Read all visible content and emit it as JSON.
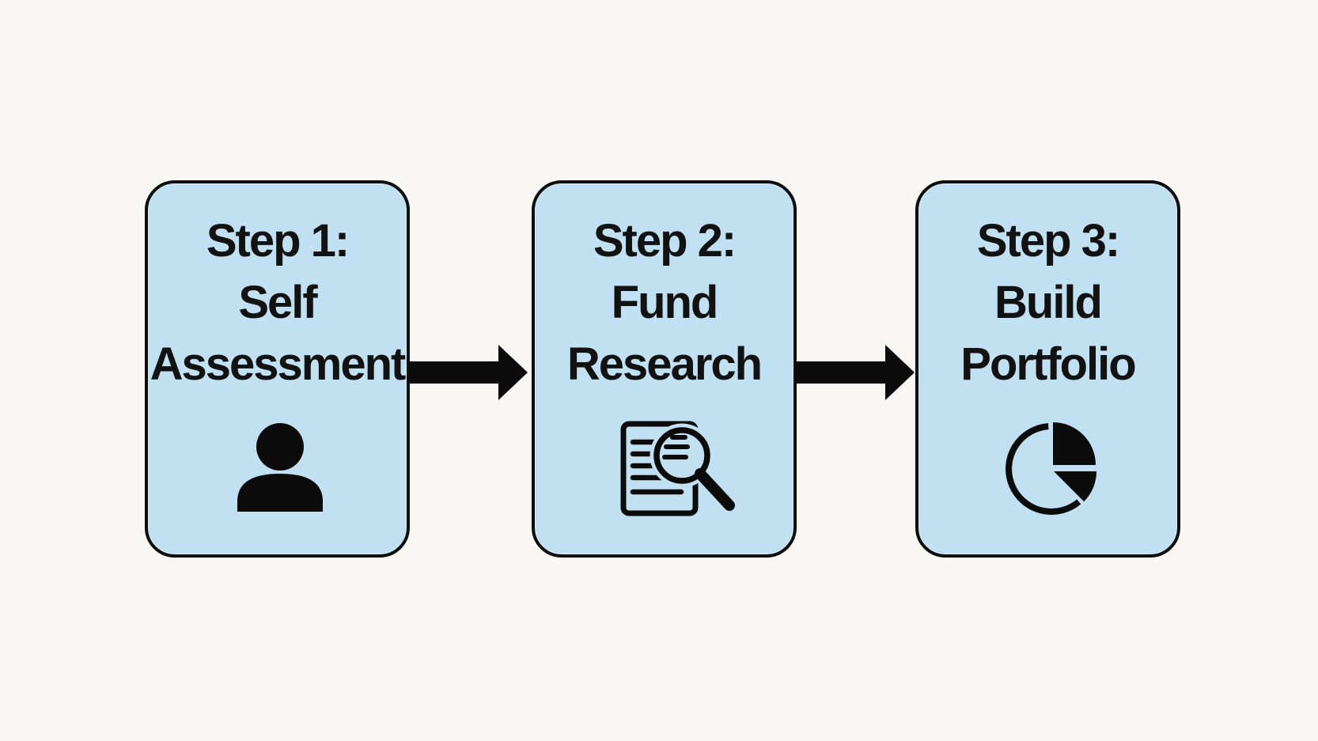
{
  "diagram": {
    "type": "process-flow",
    "direction": "left-to-right",
    "steps": [
      {
        "lines": [
          "Step 1:",
          "Self",
          "Assessment"
        ],
        "icon": "person-icon"
      },
      {
        "lines": [
          "Step 2:",
          "Fund",
          "Research"
        ],
        "icon": "document-search-icon"
      },
      {
        "lines": [
          "Step 3:",
          "Build",
          "Portfolio"
        ],
        "icon": "pie-chart-icon"
      }
    ],
    "connectors": [
      {
        "from": "Step 1",
        "to": "Step 2",
        "icon": "arrow-right-icon"
      },
      {
        "from": "Step 2",
        "to": "Step 3",
        "icon": "arrow-right-icon"
      }
    ],
    "colors": {
      "background_color": "#F8F7F4",
      "node_fill": "#C1E0F1",
      "node_border": "#0E0E0E",
      "text_color": "#121212",
      "icon_color": "#0B0B0B",
      "arrow_color": "#0B0B0B"
    }
  }
}
